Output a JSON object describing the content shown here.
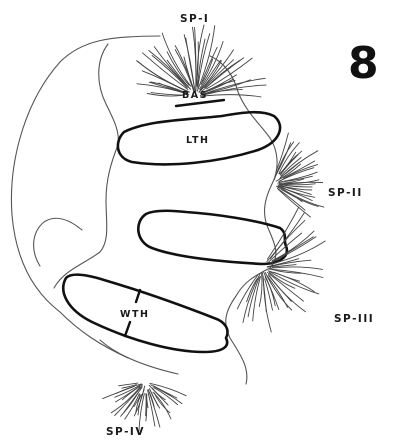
{
  "figure_number": "8",
  "labels": {
    "sp1": "SP-I",
    "sp2": "SP-II",
    "sp3": "SP-III",
    "sp4": "SP-IV",
    "bas": "BAS",
    "lth": "LTH",
    "wth": "WTH"
  }
}
